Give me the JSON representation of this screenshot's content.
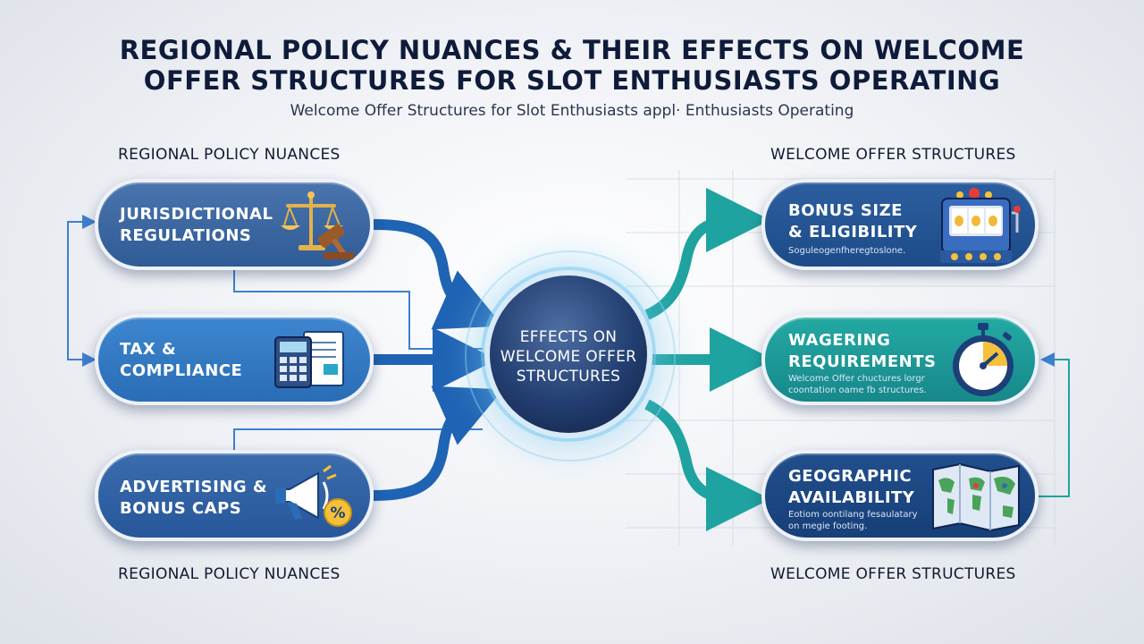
{
  "title": {
    "line1": "REGIONAL POLICY NUANCES & THEIR EFFECTS ON WELCOME",
    "line2": "OFFER STRUCTURES FOR SLOT ENTHUSIASTS OPERATING"
  },
  "subtitle": "Welcome Offer Structures for Slot Enthusiasts appl· Enthusiasts Operating",
  "left_labels": {
    "top": "REGIONAL POLICY NUANCES",
    "bottom": "REGIONAL POLICY NUANCES"
  },
  "right_labels": {
    "top": "WELCOME OFFER STRUCTURES",
    "bottom": "WELCOME OFFER STRUCTURES"
  },
  "hub": {
    "line1": "EFFECTS ON",
    "line2": "WELCOME OFFER",
    "line3": "STRUCTURES"
  },
  "left_nodes": [
    {
      "line1": "JURISDICTIONAL",
      "line2": "REGULATIONS",
      "icon": "scales-gavel-icon"
    },
    {
      "line1": "TAX &",
      "line2": "COMPLIANCE",
      "icon": "calculator-document-icon"
    },
    {
      "line1": "ADVERTISING &",
      "line2": "BONUS CAPS",
      "icon": "megaphone-percent-icon"
    }
  ],
  "right_nodes": [
    {
      "line1": "BONUS SIZE",
      "line2": "& ELIGIBILITY",
      "desc1": "Soguleogenfheregtoslone.",
      "desc2": "",
      "icon": "slot-machine-icon"
    },
    {
      "line1": "WAGERING",
      "line2": "REQUIREMENTS",
      "desc1": "Welcome Offer chuctures lorgr",
      "desc2": "coontation oame fb structures.",
      "icon": "stopwatch-icon"
    },
    {
      "line1": "GEOGRAPHIC",
      "line2": "AVAILABILITY",
      "desc1": "Eotiom oontilang fesaulatary",
      "desc2": "on megie footing.",
      "icon": "world-map-icon"
    }
  ],
  "colors": {
    "navy": "#0f1b3a",
    "blue_arrow": "#1f63b4",
    "teal_arrow": "#1fa3a0",
    "connector": "#3f7fd0"
  }
}
